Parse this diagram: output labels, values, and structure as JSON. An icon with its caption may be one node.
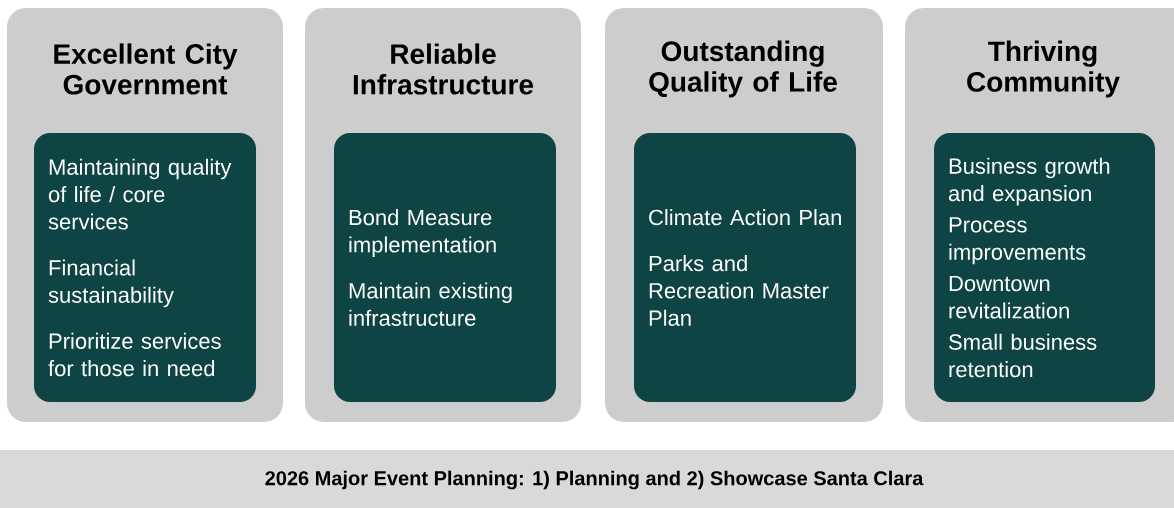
{
  "diagram": {
    "nodes": [
      {
        "text": [
          "Excellent City Government"
        ]
      },
      {
        "text": [
          "Maintaining quality of life / core services",
          "Financial sustainability",
          "Prioritize services for those in need"
        ],
        "in": 0
      },
      {
        "text": [
          "Reliable Infrastructure"
        ]
      },
      {
        "text": [
          "Bond Measure implementation",
          "Maintain existing infrastructure"
        ],
        "in": 2
      },
      {
        "text": [
          "Outstanding Quality of Life"
        ]
      },
      {
        "text": [
          "Climate Action Plan",
          "Parks and Recreation Master Plan"
        ],
        "in": 4
      },
      {
        "text": [
          "Thriving Community"
        ]
      },
      {
        "text": [
          "Business growth and expansion",
          "Process improvements",
          "Downtown revitalization",
          "Small business retention"
        ],
        "in": 6
      },
      {
        "text": [
          "2026 Major Event Planning: 1) Planning and 2) Showcase Santa Clara"
        ]
      }
    ]
  }
}
